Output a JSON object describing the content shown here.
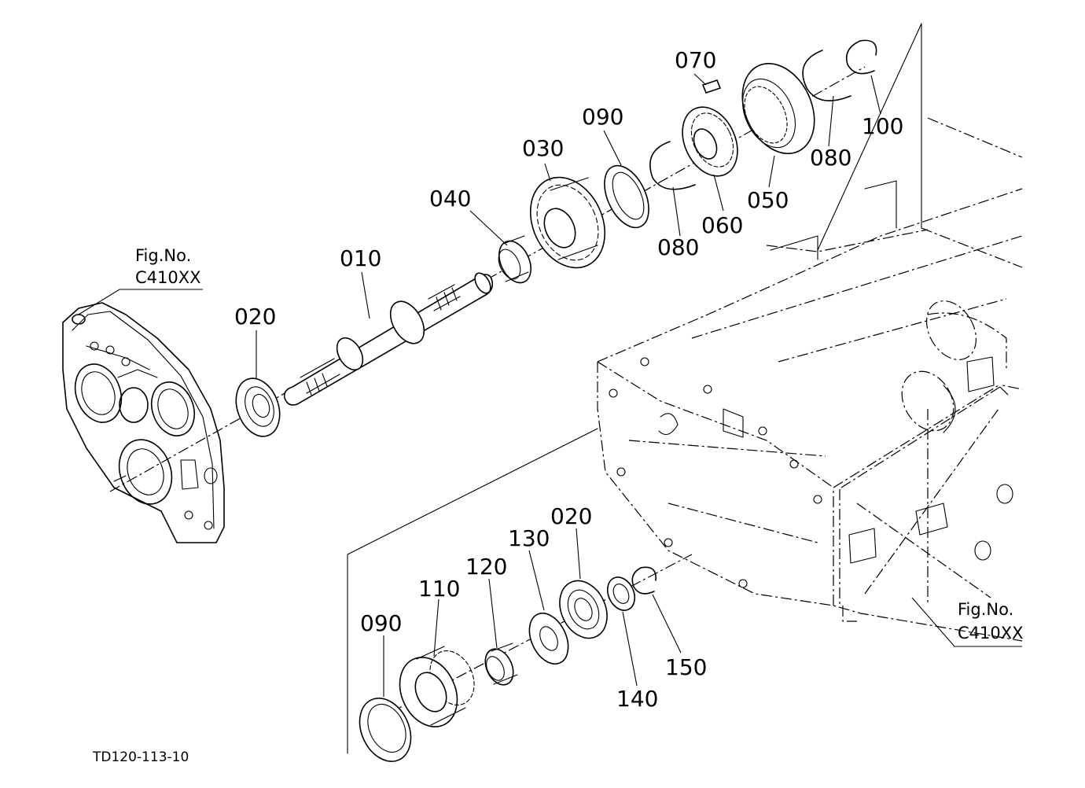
{
  "drawing_code": "TD120-113-10",
  "fig_ref_left": {
    "line1": "Fig.No.",
    "line2": "C410XX"
  },
  "fig_ref_right": {
    "line1": "Fig.No.",
    "line2": "C410XX"
  },
  "parts": [
    {
      "id": "p010",
      "label": "010"
    },
    {
      "id": "p020a",
      "label": "020"
    },
    {
      "id": "p020b",
      "label": "020"
    },
    {
      "id": "p030",
      "label": "030"
    },
    {
      "id": "p040",
      "label": "040"
    },
    {
      "id": "p050",
      "label": "050"
    },
    {
      "id": "p060",
      "label": "060"
    },
    {
      "id": "p070",
      "label": "070"
    },
    {
      "id": "p080a",
      "label": "080"
    },
    {
      "id": "p080b",
      "label": "080"
    },
    {
      "id": "p090a",
      "label": "090"
    },
    {
      "id": "p090b",
      "label": "090"
    },
    {
      "id": "p100",
      "label": "100"
    },
    {
      "id": "p110",
      "label": "110"
    },
    {
      "id": "p120",
      "label": "120"
    },
    {
      "id": "p130",
      "label": "130"
    },
    {
      "id": "p140",
      "label": "140"
    },
    {
      "id": "p150",
      "label": "150"
    }
  ]
}
